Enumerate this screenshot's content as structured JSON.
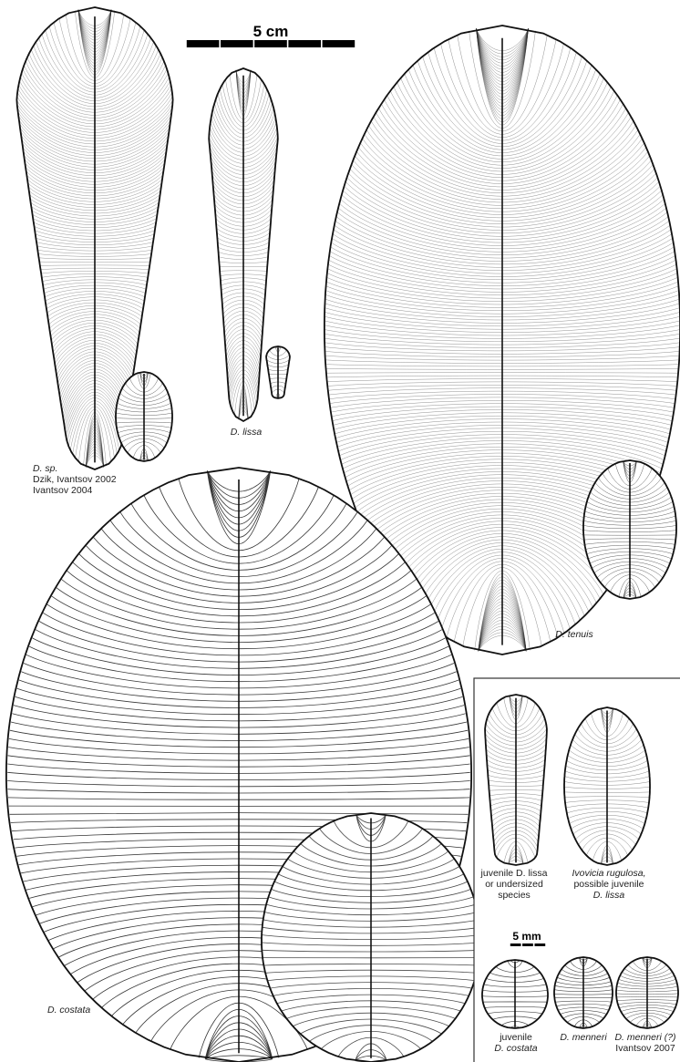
{
  "scale_bar_main": {
    "label": "5 cm",
    "segments": 5
  },
  "scale_bar_inset": {
    "label": "5 mm",
    "segments": 3
  },
  "labels": {
    "d_sp": [
      "D. sp.",
      "Dzik, Ivantsov 2002",
      "Ivantsov 2004"
    ],
    "d_lissa": "D. lissa",
    "d_tenuis": "D. tenuis",
    "d_costata": "D. costata"
  },
  "inset": {
    "juvenile_lissa": [
      "juvenile D. lissa",
      "or undersized",
      "species"
    ],
    "ivovicia": [
      "Ivovicia rugulosa,",
      "possible juvenile",
      "D. lissa"
    ],
    "juvenile_costata": [
      "juvenile",
      "D. costata"
    ],
    "menneri": "D. menneri",
    "menneri_q": [
      "D. menneri (?)",
      "Ivantsov 2007"
    ]
  },
  "colors": {
    "outline": "#111111",
    "ribs": "#2b2b2b",
    "midline": "#111111",
    "frame": "#333333"
  }
}
